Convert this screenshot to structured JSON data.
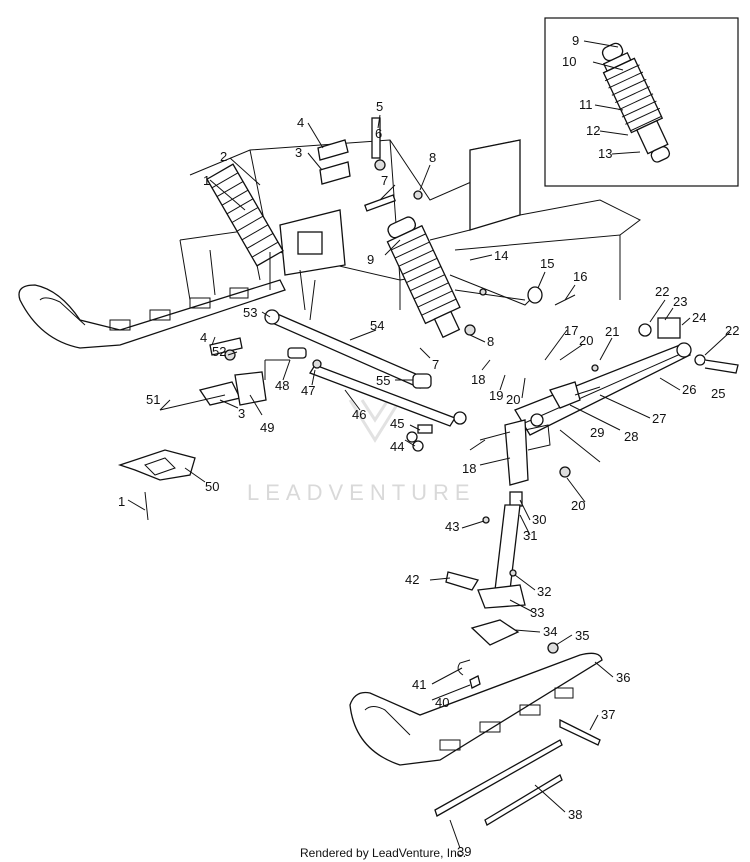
{
  "footer_text": "Rendered by LeadVenture, Inc.",
  "watermark_text": "LEADVENTURE",
  "callouts": [
    {
      "id": "c1a",
      "text": "1"
    },
    {
      "id": "c2",
      "text": "2"
    },
    {
      "id": "c3a",
      "text": "3"
    },
    {
      "id": "c4a",
      "text": "4"
    },
    {
      "id": "c5",
      "text": "5"
    },
    {
      "id": "c6",
      "text": "6"
    },
    {
      "id": "c7a",
      "text": "7"
    },
    {
      "id": "c8a",
      "text": "8"
    },
    {
      "id": "c9a",
      "text": "9"
    },
    {
      "id": "c14",
      "text": "14"
    },
    {
      "id": "c15",
      "text": "15"
    },
    {
      "id": "c16",
      "text": "16"
    },
    {
      "id": "c22a",
      "text": "22"
    },
    {
      "id": "c23",
      "text": "23"
    },
    {
      "id": "c24",
      "text": "24"
    },
    {
      "id": "c22b",
      "text": "22"
    },
    {
      "id": "c25",
      "text": "25"
    },
    {
      "id": "c26",
      "text": "26"
    },
    {
      "id": "c21",
      "text": "21"
    },
    {
      "id": "c20a",
      "text": "20"
    },
    {
      "id": "c17",
      "text": "17"
    },
    {
      "id": "c8b",
      "text": "8"
    },
    {
      "id": "c7b",
      "text": "7"
    },
    {
      "id": "c18a",
      "text": "18"
    },
    {
      "id": "c19",
      "text": "19"
    },
    {
      "id": "c20b",
      "text": "20"
    },
    {
      "id": "c27",
      "text": "27"
    },
    {
      "id": "c28",
      "text": "28"
    },
    {
      "id": "c29",
      "text": "29"
    },
    {
      "id": "c18b",
      "text": "18"
    },
    {
      "id": "c20c",
      "text": "20"
    },
    {
      "id": "c30",
      "text": "30"
    },
    {
      "id": "c31",
      "text": "31"
    },
    {
      "id": "c43",
      "text": "43"
    },
    {
      "id": "c42",
      "text": "42"
    },
    {
      "id": "c32",
      "text": "32"
    },
    {
      "id": "c33",
      "text": "33"
    },
    {
      "id": "c34",
      "text": "34"
    },
    {
      "id": "c35",
      "text": "35"
    },
    {
      "id": "c36",
      "text": "36"
    },
    {
      "id": "c41",
      "text": "41"
    },
    {
      "id": "c40",
      "text": "40"
    },
    {
      "id": "c37",
      "text": "37"
    },
    {
      "id": "c38",
      "text": "38"
    },
    {
      "id": "c39",
      "text": "39"
    },
    {
      "id": "c53",
      "text": "53"
    },
    {
      "id": "c54",
      "text": "54"
    },
    {
      "id": "c4b",
      "text": "4"
    },
    {
      "id": "c52",
      "text": "52"
    },
    {
      "id": "c48",
      "text": "48"
    },
    {
      "id": "c47",
      "text": "47"
    },
    {
      "id": "c55",
      "text": "55"
    },
    {
      "id": "c46",
      "text": "46"
    },
    {
      "id": "c51",
      "text": "51"
    },
    {
      "id": "c3b",
      "text": "3"
    },
    {
      "id": "c49",
      "text": "49"
    },
    {
      "id": "c45",
      "text": "45"
    },
    {
      "id": "c44",
      "text": "44"
    },
    {
      "id": "c50",
      "text": "50"
    },
    {
      "id": "c1b",
      "text": "1"
    },
    {
      "id": "c9b",
      "text": "9"
    },
    {
      "id": "c10",
      "text": "10"
    },
    {
      "id": "c11",
      "text": "11"
    },
    {
      "id": "c12",
      "text": "12"
    },
    {
      "id": "c13",
      "text": "13"
    }
  ]
}
